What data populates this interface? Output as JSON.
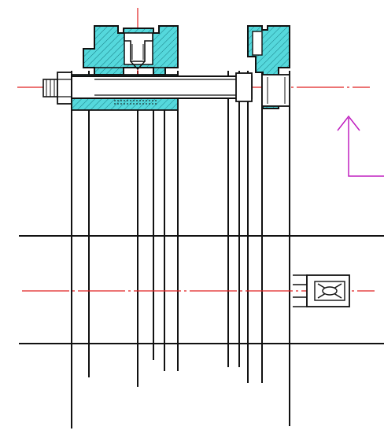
{
  "drawing": {
    "colors": {
      "outline": "#111111",
      "centerline": "#e02020",
      "section_fill": "#55d8dc",
      "hatch": "#1a7f86",
      "view_arrow": "#c020c0",
      "background": "#ffffff"
    },
    "elements": {
      "vertical_lines": 14,
      "horizontal_lines": 2,
      "centerlines": 3
    }
  }
}
